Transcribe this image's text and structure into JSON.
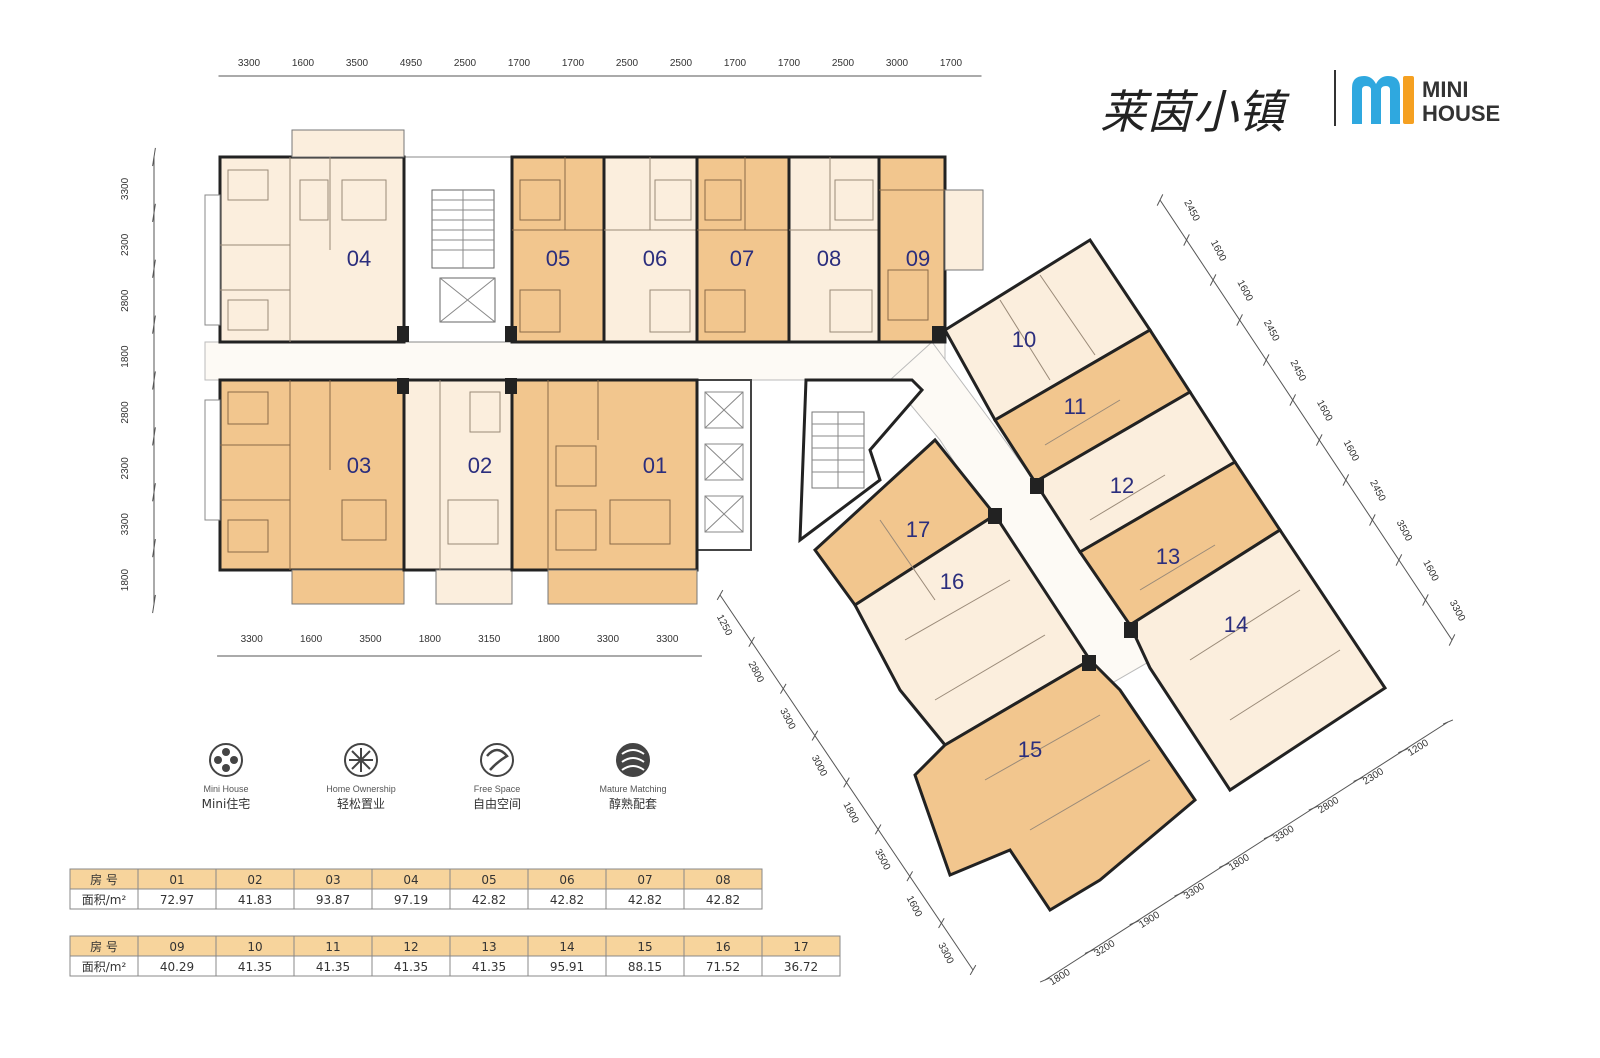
{
  "brand": {
    "name_cn": "莱茵小镇",
    "logo_mark": "mi",
    "logo_line1": "MINI",
    "logo_line2": "HOUSE",
    "colors": {
      "logo_blue": "#2fa8df",
      "logo_orange": "#f5a021",
      "unit_label": "#2b2e7d"
    }
  },
  "colors": {
    "unit_orange": "#f2c68e",
    "unit_cream": "#fbeedd",
    "wall": "#2a2a2a",
    "table_header": "#f7d49c"
  },
  "dimensions": {
    "top": [
      "3300",
      "1600",
      "3500",
      "4950",
      "2500",
      "1700",
      "1700",
      "2500",
      "2500",
      "1700",
      "1700",
      "2500",
      "3000",
      "1700"
    ],
    "left": [
      "3300",
      "2300",
      "2800",
      "1800",
      "2800",
      "2300",
      "3300",
      "1800"
    ],
    "bottom": [
      "3300",
      "1600",
      "3500",
      "1800",
      "3150",
      "1800",
      "3300",
      "3300"
    ],
    "right_diag": [
      "2450",
      "1600",
      "1600",
      "2450",
      "2450",
      "1600",
      "1600",
      "2450",
      "3500",
      "1600",
      "3300"
    ],
    "lower_left_diag": [
      "1250",
      "2800",
      "3300",
      "3000",
      "1800",
      "3500",
      "1600",
      "3300"
    ],
    "lower_right_diag": [
      "1200",
      "2300",
      "2800",
      "3300",
      "1800",
      "3300",
      "1900",
      "3200",
      "1800"
    ]
  },
  "units": [
    "01",
    "02",
    "03",
    "04",
    "05",
    "06",
    "07",
    "08",
    "09",
    "10",
    "11",
    "12",
    "13",
    "14",
    "15",
    "16",
    "17"
  ],
  "features": [
    {
      "icon": "mini-house-icon",
      "en": "Mini House",
      "cn": "Mini住宅"
    },
    {
      "icon": "home-ownership-icon",
      "en": "Home Ownership",
      "cn": "轻松置业"
    },
    {
      "icon": "free-space-icon",
      "en": "Free Space",
      "cn": "自由空间"
    },
    {
      "icon": "mature-matching-icon",
      "en": "Mature Matching",
      "cn": "醇熟配套"
    }
  ],
  "area_tables": [
    {
      "header_label": "房  号",
      "row_label": "面积/m²",
      "rooms": [
        "01",
        "02",
        "03",
        "04",
        "05",
        "06",
        "07",
        "08"
      ],
      "areas": [
        "72.97",
        "41.83",
        "93.87",
        "97.19",
        "42.82",
        "42.82",
        "42.82",
        "42.82"
      ]
    },
    {
      "header_label": "房  号",
      "row_label": "面积/m²",
      "rooms": [
        "09",
        "10",
        "11",
        "12",
        "13",
        "14",
        "15",
        "16",
        "17"
      ],
      "areas": [
        "40.29",
        "41.35",
        "41.35",
        "41.35",
        "41.35",
        "95.91",
        "88.15",
        "71.52",
        "36.72"
      ]
    }
  ]
}
